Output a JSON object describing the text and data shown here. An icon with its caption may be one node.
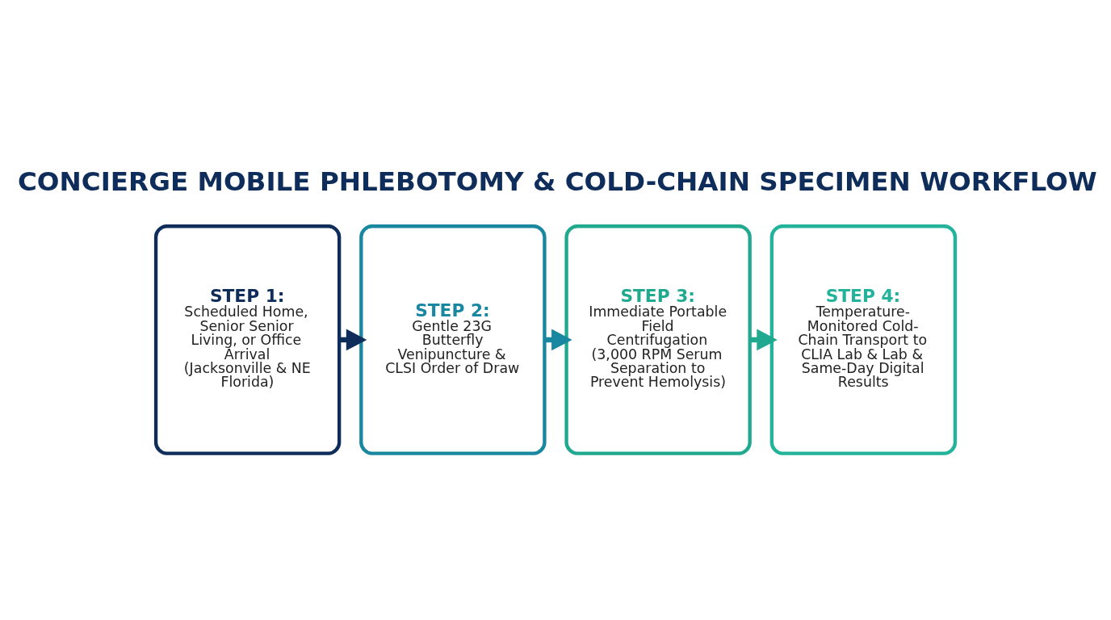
{
  "diagram": {
    "title": "CONCIERGE MOBILE PHLEBOTOMY & COLD-CHAIN SPECIMEN WORKFLOW",
    "nodes": [
      {
        "text": [
          "STEP 1:",
          "Scheduled Home, Senior Senior Living, or Office Arrival (Jacksonville & NE Florida)"
        ]
      },
      {
        "text": [
          "STEP 2:",
          "Gentle 23G Butterfly Venipuncture & CLSI Order of Draw"
        ]
      },
      {
        "text": [
          "STEP 3:",
          "Immediate Portable Field Centrifugation (3,000 RPM Serum Separation to Prevent Hemolysis)"
        ]
      },
      {
        "text": [
          "STEP 4:",
          "Temperature-Monitored Cold-Chain Transport to CLIA Lab & Lab & Same-Day Digital Results"
        ]
      }
    ],
    "edges": [
      {
        "from": 0,
        "to": 1,
        "arrow": "to",
        "color": "#0f2d5a"
      },
      {
        "from": 1,
        "to": 2,
        "arrow": "to",
        "color": "#1a87a0"
      },
      {
        "from": 2,
        "to": 3,
        "arrow": "to",
        "color": "#20a98f"
      }
    ]
  }
}
